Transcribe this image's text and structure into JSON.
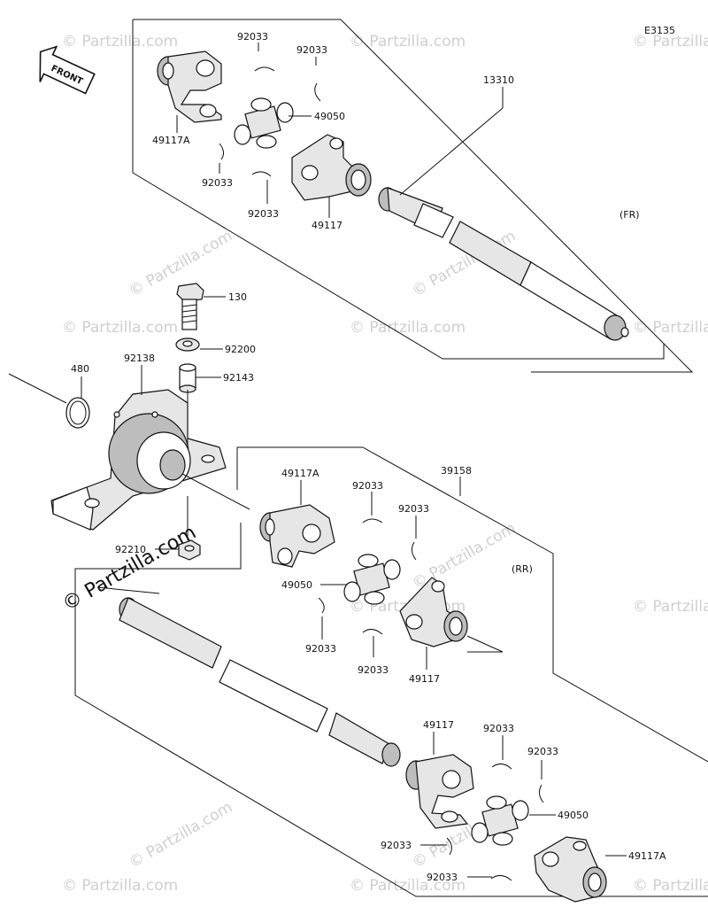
{
  "diagram_code": "E3135",
  "front_label": "FRONT",
  "front_shaft": {
    "position": "(FR)",
    "labels": {
      "shaft": "13310",
      "yoke_a": "49117A",
      "yoke": "49117",
      "spider": "49050",
      "clip1": "92033",
      "clip2": "92033",
      "clip3": "92033",
      "clip4": "92033"
    }
  },
  "bearing_assembly": {
    "labels": {
      "bolt": "130",
      "washer": "92200",
      "collar": "92143",
      "housing": "92138",
      "ring": "480",
      "nut": "92210"
    }
  },
  "rear_shaft": {
    "position": "(RR)",
    "labels": {
      "shaft": "39158",
      "yoke_a_top": "49117A",
      "clip1": "92033",
      "clip2": "92033",
      "spider_top": "49050",
      "clip3": "92033",
      "clip4": "92033",
      "yoke_top": "49117",
      "yoke_mid": "49117",
      "clip5": "92033",
      "clip6": "92033",
      "spider_bottom": "49050",
      "clip7": "92033",
      "clip8": "92033",
      "yoke_a_bottom": "49117A"
    }
  },
  "watermarks": {
    "small": "© Partzilla.com",
    "large": "© Partzilla.com"
  }
}
